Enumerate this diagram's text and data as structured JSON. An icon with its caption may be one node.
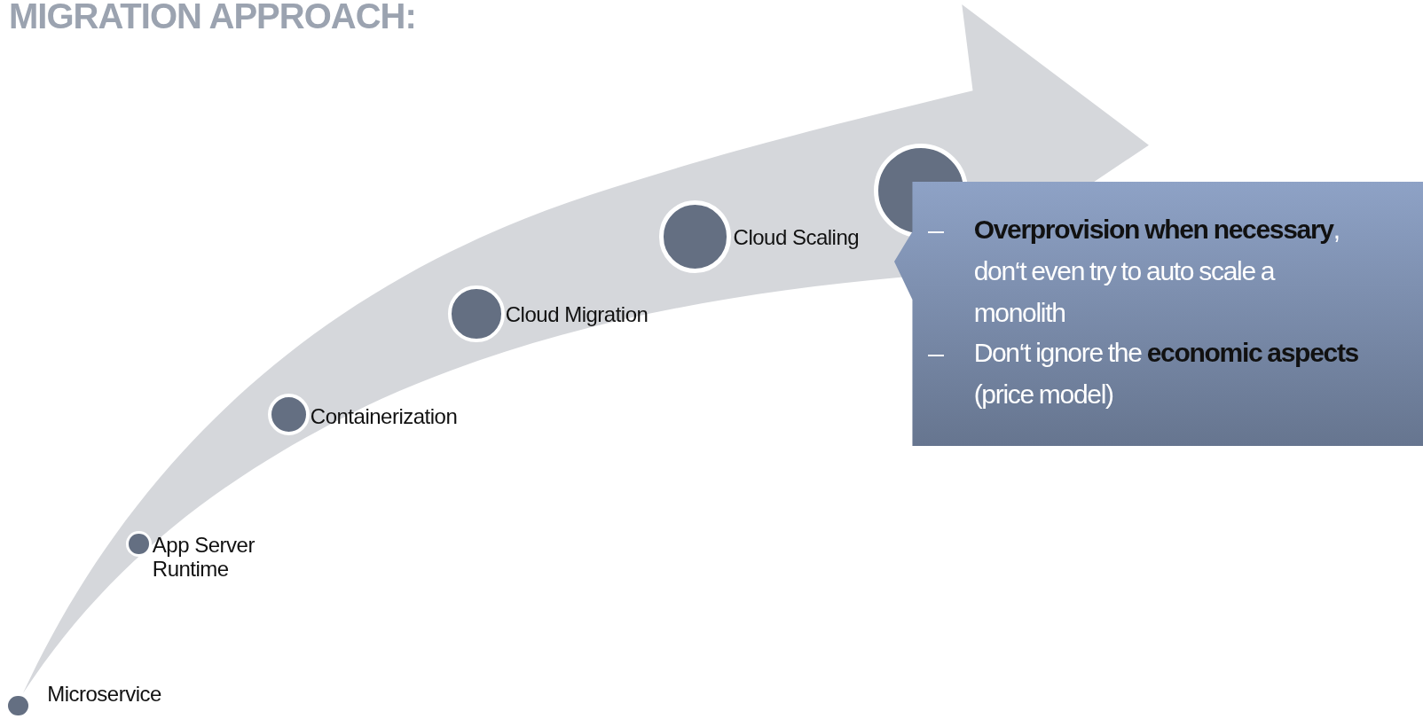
{
  "diagram": {
    "title": "MIGRATION APPROACH:",
    "nodes": [
      {
        "text": [],
        "shape": "circle",
        "beside": [
          "Microservice"
        ]
      },
      {
        "text": [],
        "shape": "circle",
        "beside": [
          "App Server Runtime"
        ]
      },
      {
        "text": [],
        "shape": "circle",
        "beside": [
          "Containerization"
        ]
      },
      {
        "text": [],
        "shape": "circle",
        "beside": [
          "Cloud Migration"
        ]
      },
      {
        "text": [],
        "shape": "circle",
        "beside": [
          "Cloud Scaling"
        ]
      },
      {
        "text": [],
        "shape": "circle"
      },
      {
        "text": [
          "**Overprovision when necessary**, don‘t even try to auto scale a monolith",
          "Don‘t ignore the **economic aspects** (price model)"
        ]
      }
    ]
  }
}
